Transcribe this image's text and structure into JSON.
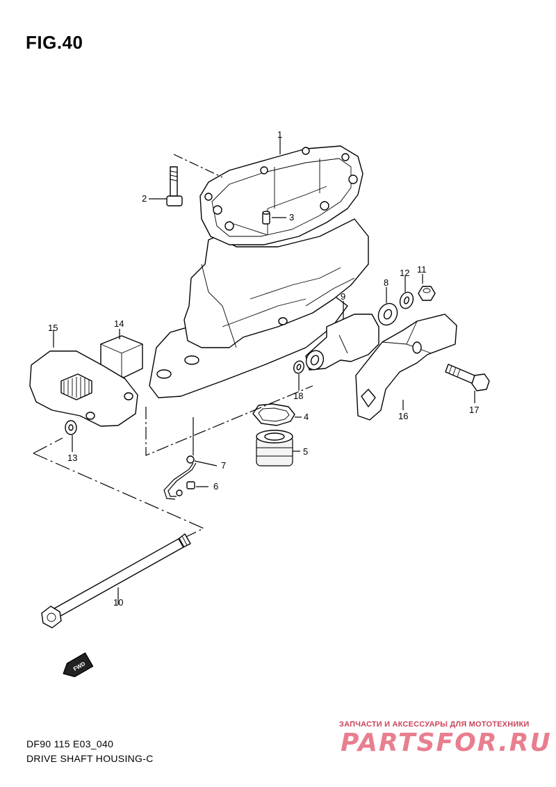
{
  "figure": {
    "title": "FIG.40"
  },
  "footer": {
    "code": "DF90 115 E03_040",
    "name": "DRIVE SHAFT HOUSING-C"
  },
  "watermark": {
    "tagline": "ЗАПЧАСТИ И АКСЕССУАРЫ ДЛЯ МОТОТЕХНИКИ",
    "brand": "PARTSFOR.RU"
  },
  "fwd_badge": {
    "text": "FWD"
  },
  "callouts": [
    "1",
    "2",
    "3",
    "4",
    "5",
    "6",
    "7",
    "8",
    "9",
    "10",
    "11",
    "12",
    "13",
    "14",
    "15",
    "16",
    "17",
    "18"
  ]
}
